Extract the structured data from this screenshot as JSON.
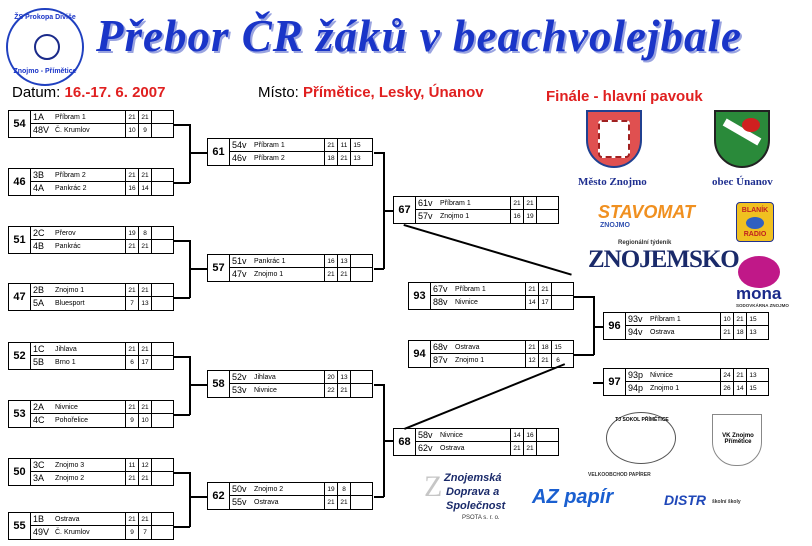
{
  "header": {
    "title": "Přebor ČR žáků v beachvolejbale",
    "club_logo_top": "ŽS Prokopa Diviše",
    "club_logo_bottom": "Znojmo - Přímětice",
    "date_label": "Datum:",
    "date_value": "16.-17. 6. 2007",
    "place_label": "Místo:",
    "place_value": "Přímětice, Lesky, Únanov",
    "finale": "Finále - hlavní pavouk"
  },
  "matches": [
    {
      "id": "54",
      "rows": [
        {
          "seed": "1A",
          "name": "Příbram 1",
          "scores": [
            "21",
            "21",
            ""
          ]
        },
        {
          "seed": "48V",
          "name": "Č. Krumlov",
          "scores": [
            "10",
            "9",
            ""
          ]
        }
      ]
    },
    {
      "id": "46",
      "rows": [
        {
          "seed": "3B",
          "name": "Příbram 2",
          "scores": [
            "21",
            "21",
            ""
          ]
        },
        {
          "seed": "4A",
          "name": "Pankrác 2",
          "scores": [
            "16",
            "14",
            ""
          ]
        }
      ]
    },
    {
      "id": "51",
      "rows": [
        {
          "seed": "2C",
          "name": "Přerov",
          "scores": [
            "19",
            "8",
            ""
          ]
        },
        {
          "seed": "4B",
          "name": "Pankrác",
          "scores": [
            "21",
            "21",
            ""
          ]
        }
      ]
    },
    {
      "id": "47",
      "rows": [
        {
          "seed": "2B",
          "name": "Znojmo 1",
          "scores": [
            "21",
            "21",
            ""
          ]
        },
        {
          "seed": "5A",
          "name": "Bluesport",
          "scores": [
            "7",
            "13",
            ""
          ]
        }
      ]
    },
    {
      "id": "52",
      "rows": [
        {
          "seed": "1C",
          "name": "Jihlava",
          "scores": [
            "21",
            "21",
            ""
          ]
        },
        {
          "seed": "5B",
          "name": "Brno 1",
          "scores": [
            "6",
            "17",
            ""
          ]
        }
      ]
    },
    {
      "id": "53",
      "rows": [
        {
          "seed": "2A",
          "name": "Nivnice",
          "scores": [
            "21",
            "21",
            ""
          ]
        },
        {
          "seed": "4C",
          "name": "Pohořelice",
          "scores": [
            "9",
            "10",
            ""
          ]
        }
      ]
    },
    {
      "id": "50",
      "rows": [
        {
          "seed": "3C",
          "name": "Znojmo 3",
          "scores": [
            "11",
            "12",
            ""
          ]
        },
        {
          "seed": "3A",
          "name": "Znojmo 2",
          "scores": [
            "21",
            "21",
            ""
          ]
        }
      ]
    },
    {
      "id": "55",
      "rows": [
        {
          "seed": "1B",
          "name": "Ostrava",
          "scores": [
            "21",
            "21",
            ""
          ]
        },
        {
          "seed": "49V",
          "name": "Č. Krumlov",
          "scores": [
            "9",
            "7",
            ""
          ]
        }
      ]
    },
    {
      "id": "61",
      "rows": [
        {
          "seed": "54v",
          "name": "Příbram 1",
          "scores": [
            "21",
            "11",
            "15"
          ]
        },
        {
          "seed": "46v",
          "name": "Příbram 2",
          "scores": [
            "18",
            "21",
            "13"
          ]
        }
      ]
    },
    {
      "id": "57",
      "rows": [
        {
          "seed": "51v",
          "name": "Pankrác 1",
          "scores": [
            "16",
            "13",
            ""
          ]
        },
        {
          "seed": "47v",
          "name": "Znojmo 1",
          "scores": [
            "21",
            "21",
            ""
          ]
        }
      ]
    },
    {
      "id": "58",
      "rows": [
        {
          "seed": "52v",
          "name": "Jihlava",
          "scores": [
            "20",
            "13",
            ""
          ]
        },
        {
          "seed": "53v",
          "name": "Nivnice",
          "scores": [
            "22",
            "21",
            ""
          ]
        }
      ]
    },
    {
      "id": "62",
      "rows": [
        {
          "seed": "50v",
          "name": "Znojmo 2",
          "scores": [
            "19",
            "8",
            ""
          ]
        },
        {
          "seed": "55v",
          "name": "Ostrava",
          "scores": [
            "21",
            "21",
            ""
          ]
        }
      ]
    },
    {
      "id": "67",
      "rows": [
        {
          "seed": "61v",
          "name": "Příbram 1",
          "scores": [
            "21",
            "21",
            ""
          ]
        },
        {
          "seed": "57v",
          "name": "Znojmo 1",
          "scores": [
            "16",
            "19",
            ""
          ]
        }
      ]
    },
    {
      "id": "68",
      "rows": [
        {
          "seed": "58v",
          "name": "Nivnice",
          "scores": [
            "14",
            "16",
            ""
          ]
        },
        {
          "seed": "62v",
          "name": "Ostrava",
          "scores": [
            "21",
            "21",
            ""
          ]
        }
      ]
    },
    {
      "id": "93",
      "rows": [
        {
          "seed": "67v",
          "name": "Příbram 1",
          "scores": [
            "21",
            "21",
            ""
          ]
        },
        {
          "seed": "88v",
          "name": "Nivnice",
          "scores": [
            "14",
            "17",
            ""
          ]
        }
      ]
    },
    {
      "id": "94",
      "rows": [
        {
          "seed": "68v",
          "name": "Ostrava",
          "scores": [
            "21",
            "18",
            "15"
          ]
        },
        {
          "seed": "87v",
          "name": "Znojmo 1",
          "scores": [
            "12",
            "21",
            "6"
          ]
        }
      ]
    },
    {
      "id": "96",
      "rows": [
        {
          "seed": "93v",
          "name": "Příbram 1",
          "scores": [
            "10",
            "21",
            "15"
          ]
        },
        {
          "seed": "94v",
          "name": "Ostrava",
          "scores": [
            "21",
            "18",
            "13"
          ]
        }
      ]
    },
    {
      "id": "97",
      "rows": [
        {
          "seed": "93p",
          "name": "Nivnice",
          "scores": [
            "24",
            "21",
            "13"
          ]
        },
        {
          "seed": "94p",
          "name": "Znojmo 1",
          "scores": [
            "26",
            "14",
            "15"
          ]
        }
      ]
    }
  ],
  "sponsors": {
    "znojmo": "Město Znojmo",
    "unanov": "obec Únanov",
    "stavomat": "STAVOMAT",
    "stavomat_sub": "ZNOJMO",
    "blanik_top": "BLANÍK",
    "blanik_bottom": "RADIO",
    "znojemsko_top": "Regionální týdeník",
    "znojemsko": "ZNOJEMSKO",
    "mona": "mona",
    "mona_sub": "SODOVKÁRNA ZNOJMO",
    "sokol": "TJ SOKOL PŘÍMĚTICE",
    "vk": "VK Znojmo Přímětice",
    "psota_1": "Znojemská",
    "psota_2": "Doprava a",
    "psota_3": "Společnost",
    "psota_4": "PSOTA s. r. o.",
    "azpapir": "AZ papír",
    "azpapir_sub": "VELKOOBCHOD PAPÍRER",
    "distr": "DISTR",
    "distr_sub": "školní školy"
  },
  "colors": {
    "title": "#1a35c8",
    "accent_red": "#e02020",
    "stavomat": "#f09020",
    "distr": "#1f47b8",
    "mona": "#c01888"
  }
}
